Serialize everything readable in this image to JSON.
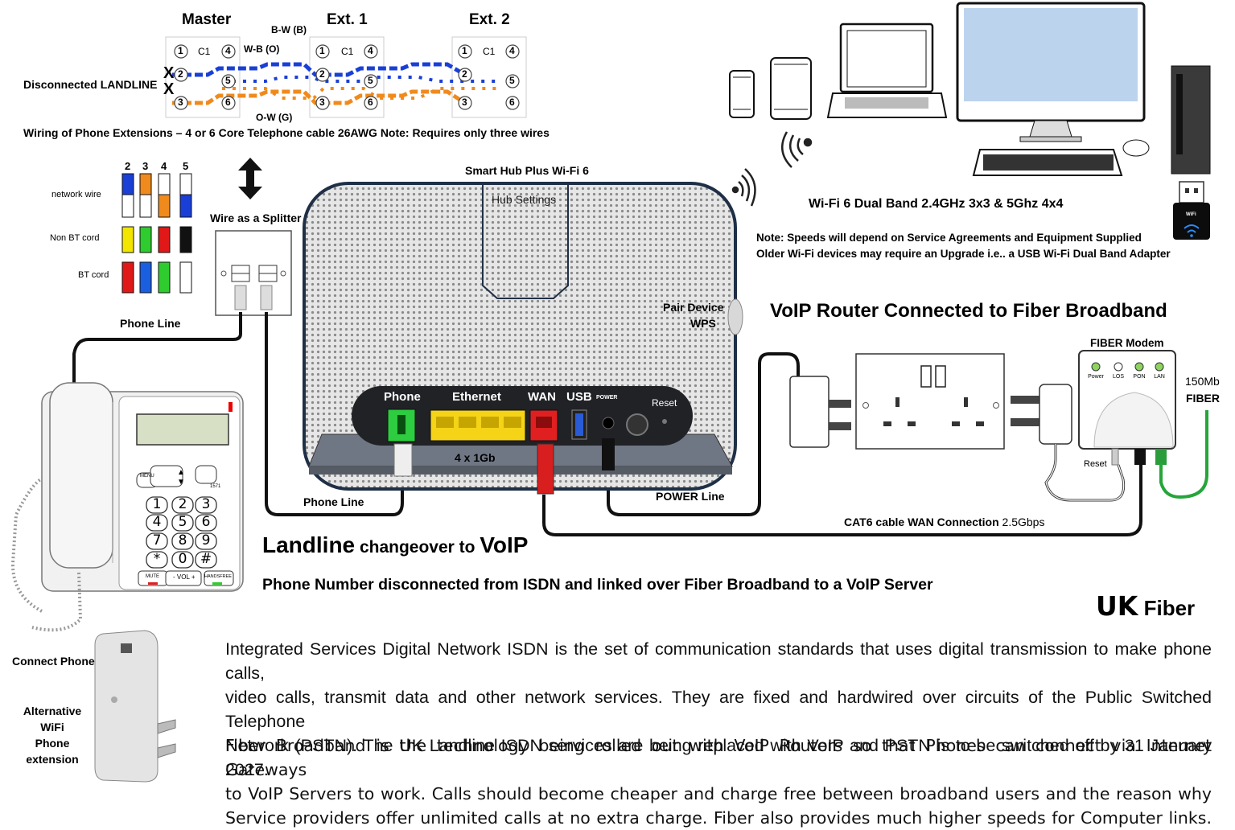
{
  "wiring": {
    "master": "Master",
    "ext1": "Ext. 1",
    "ext2": "Ext. 2",
    "bw": "B-W (B)",
    "wb": "W-B (O)",
    "ow": "O-W (G)",
    "c1": "C1",
    "pins": [
      "1",
      "4",
      "2",
      "5",
      "3",
      "6"
    ],
    "x_marks": [
      "X",
      "X"
    ],
    "disconnected": "Disconnected LANDLINE",
    "caption": "Wiring of Phone Extensions – 4 or 6 Core Telephone cable 26AWG  Note: Requires only three wires"
  },
  "cords": {
    "numbers": [
      "2",
      "3",
      "4",
      "5"
    ],
    "network_wire": "network wire",
    "non_bt": "Non BT cord",
    "bt": "BT cord",
    "colors": {
      "network_top": [
        "#1a3fd6",
        "#f08a1c",
        "#ffffff",
        "#ffffff"
      ],
      "network_bottom": [
        "#ffffff",
        "#ffffff",
        "#f08a1c",
        "#1a3fd6"
      ],
      "non_bt": [
        "#f2e600",
        "#2ecc2e",
        "#e01818",
        "#111111"
      ],
      "bt": [
        "#e01818",
        "#1a5fe0",
        "#2ecc2e",
        "#ffffff"
      ]
    }
  },
  "splitter": {
    "label": "Wire as a Splitter"
  },
  "labels": {
    "phone_line_top": "Phone Line",
    "phone_line_bottom": "Phone Line",
    "power_line": "POWER Line",
    "cat6_a": "CAT6  cable  WAN Connection",
    "cat6_b": "2.5Gbps"
  },
  "hub": {
    "title": "Smart Hub Plus Wi-Fi 6",
    "settings": "Hub Settings",
    "pair": "Pair Device",
    "wps": "WPS",
    "phone": "Phone",
    "ethernet": "Ethernet",
    "wan": "WAN",
    "usb": "USB",
    "power": "POWER",
    "reset": "Reset",
    "ports": "4 x 1Gb"
  },
  "wifi": {
    "heading": "Wi-Fi 6 Dual Band 2.4GHz 3x3 & 5Ghz 4x4",
    "note1": "Note: Speeds will depend on Service Agreements and Equipment Supplied",
    "note2": "Older Wi-Fi devices may require an Upgrade i.e.. a USB Wi-Fi Dual Band Adapter",
    "dongle": "WiFi"
  },
  "voip": {
    "heading": "VoIP Router Connected to Fiber Broadband"
  },
  "modem": {
    "title": "FIBER Modem",
    "leds": [
      "Power",
      "LOS",
      "PON",
      "LAN"
    ],
    "reset": "Reset",
    "speed": "150Mb",
    "fiber": "FIBER"
  },
  "phone": {
    "keys": [
      "1",
      "2",
      "3",
      "4",
      "5",
      "6",
      "7",
      "8",
      "9",
      "*",
      "0",
      "#"
    ],
    "menu": "MENU",
    "k1571": "1571",
    "mute": "MUTE",
    "vol": "- VOL +",
    "handsfree": "HANDSFREE"
  },
  "changeover": {
    "title_a": "Landline",
    "title_b": " changeover to ",
    "title_c": "VoIP",
    "subtitle": "Phone Number disconnected  from ISDN and linked over Fiber Broadband to a VoIP Server"
  },
  "brand": {
    "uk": "UK",
    "fiber": " Fiber"
  },
  "ext_device": {
    "connect": "Connect Phone",
    "alt": [
      "Alternative",
      "WiFi",
      "Phone",
      "extension"
    ]
  },
  "paragraphs": {
    "p1": [
      "Integrated Services Digital Network ISDN is the set of communication standards that uses digital transmission to make phone calls,",
      "video calls, transmit data and other network services. They are fixed and hardwired over circuits of the Public Switched Telephone",
      "Network (PSTN).  The UK Landline ISDN services are being replaced with VoIP and PSTN is to be switched off by 31 January 2027."
    ],
    "p2": [
      "Fiber Broadband is the technology being rolled out with VoIP Routers so that Phones can connect via Internet Gateways",
      "to VoIP Servers to work. Calls should become cheaper and charge free between broadband users and the reason why",
      "Service providers offer unlimited calls at no extra charge.  Fiber also provides much higher speeds for Computer links."
    ]
  }
}
